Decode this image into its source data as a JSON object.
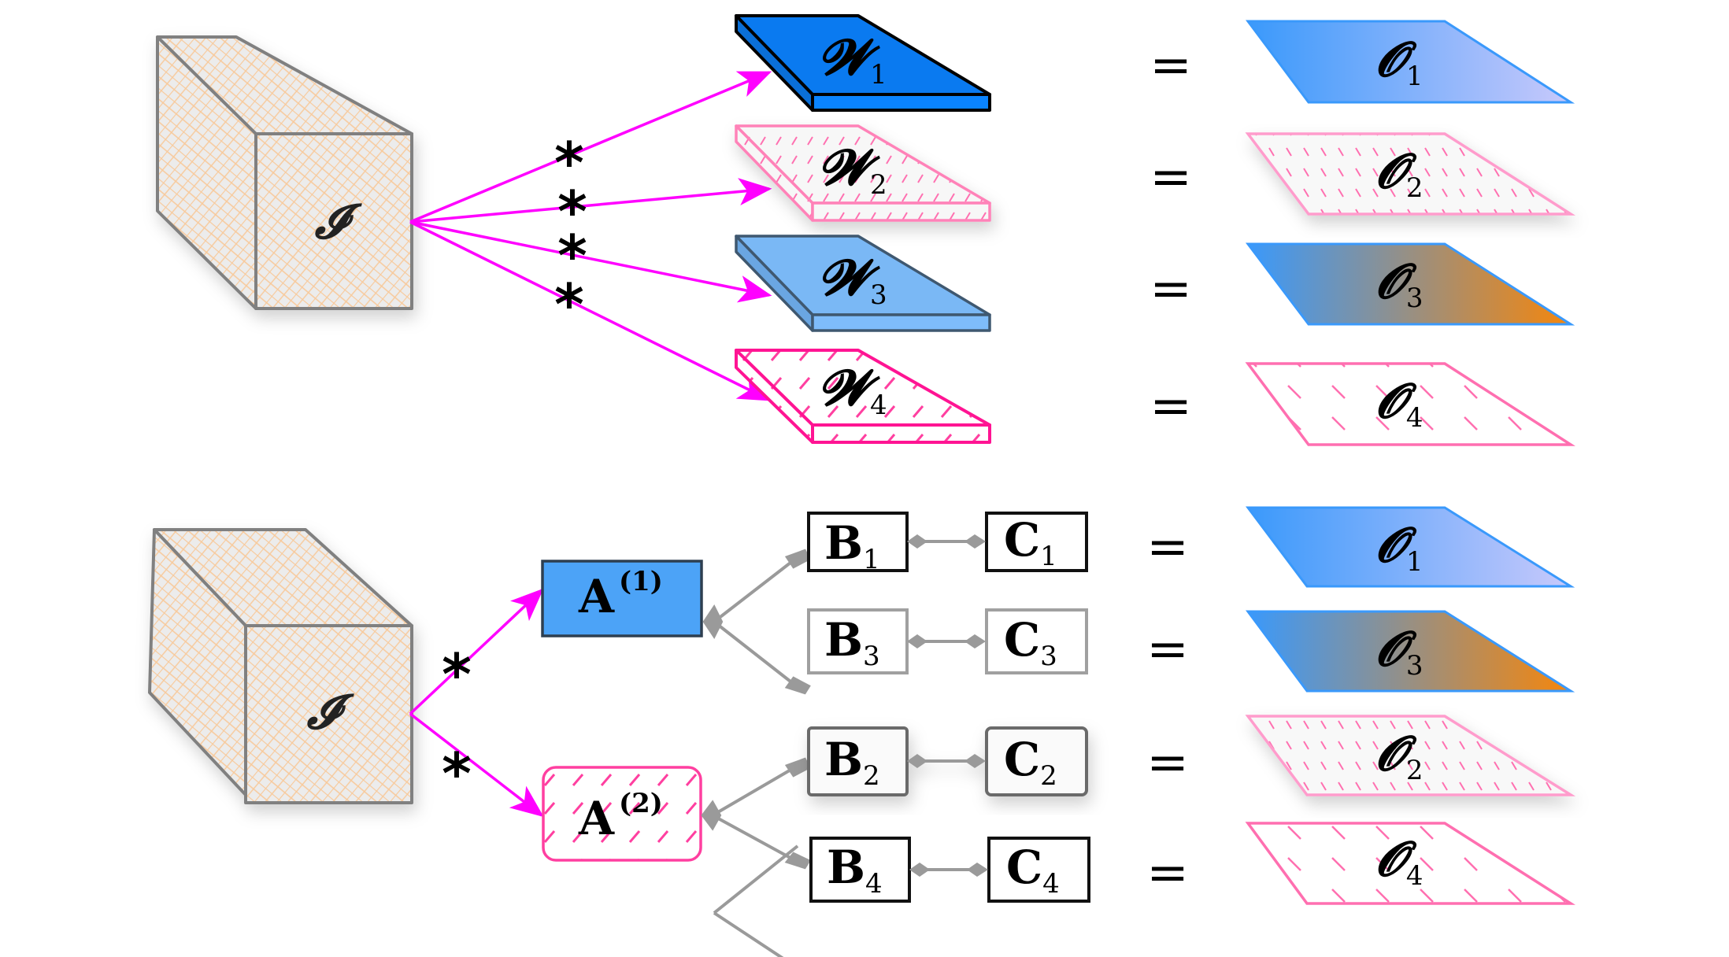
{
  "colors": {
    "arrow": "#ff00ff",
    "w1_fill": "#0a7af0",
    "w3_fill": "#7ab8f5",
    "pink_stroke": "#ff6fb0",
    "hot_pink": "#ff1493",
    "cube_hatch": "#f8c99a",
    "cube_edge": "#808080",
    "a1_fill": "#4ca3f7",
    "grey_connector": "#9a9a9a",
    "o1_grad": [
      "#3a99fb",
      "#c8c9fb"
    ],
    "o3_grad": [
      "#3a99fb",
      "#f5860c"
    ]
  },
  "top": {
    "input_label": "𝓘",
    "operator": "*",
    "equals": "=",
    "weights": [
      {
        "base": "𝓦",
        "sub": "1",
        "style": "solid-blue"
      },
      {
        "base": "𝓦",
        "sub": "2",
        "style": "sketch-pink"
      },
      {
        "base": "𝓦",
        "sub": "3",
        "style": "light-blue"
      },
      {
        "base": "𝓦",
        "sub": "4",
        "style": "hatch-pink"
      }
    ],
    "outputs": [
      {
        "base": "𝓞",
        "sub": "1",
        "style": "gradient-blue"
      },
      {
        "base": "𝓞",
        "sub": "2",
        "style": "sketch-pink"
      },
      {
        "base": "𝓞",
        "sub": "3",
        "style": "gradient-blue-orange"
      },
      {
        "base": "𝓞",
        "sub": "4",
        "style": "hatch-pink"
      }
    ]
  },
  "bottom": {
    "input_label": "𝓘",
    "operator": "*",
    "equals": "=",
    "cores": [
      {
        "base": "A",
        "sup": "(1)",
        "style": "solid-blue"
      },
      {
        "base": "A",
        "sup": "(2)",
        "style": "hatch-pink"
      }
    ],
    "chains": [
      {
        "b": {
          "base": "B",
          "sub": "1"
        },
        "c": {
          "base": "C",
          "sub": "1"
        },
        "style": "black"
      },
      {
        "b": {
          "base": "B",
          "sub": "3"
        },
        "c": {
          "base": "C",
          "sub": "3"
        },
        "style": "grey"
      },
      {
        "b": {
          "base": "B",
          "sub": "2"
        },
        "c": {
          "base": "C",
          "sub": "2"
        },
        "style": "sketch"
      },
      {
        "b": {
          "base": "B",
          "sub": "4"
        },
        "c": {
          "base": "C",
          "sub": "4"
        },
        "style": "black"
      }
    ],
    "outputs": [
      {
        "base": "𝓞",
        "sub": "1",
        "style": "gradient-blue"
      },
      {
        "base": "𝓞",
        "sub": "3",
        "style": "gradient-blue-orange"
      },
      {
        "base": "𝓞",
        "sub": "2",
        "style": "sketch-pink"
      },
      {
        "base": "𝓞",
        "sub": "4",
        "style": "hatch-pink"
      }
    ]
  }
}
